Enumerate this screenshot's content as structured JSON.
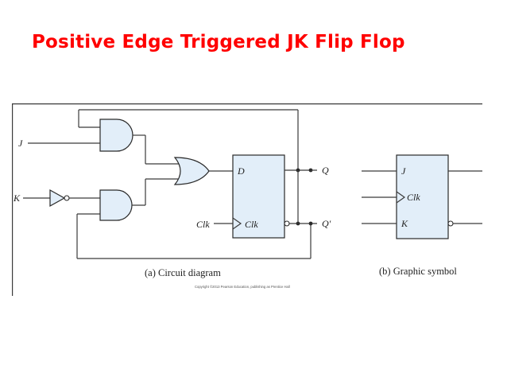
{
  "slide": {
    "title": "Positive Edge Triggered JK Flip Flop"
  },
  "circuit": {
    "labels": {
      "j": "J",
      "k": "K",
      "d": "D",
      "clk_in": "Clk",
      "clk_pin": "Clk",
      "q": "Q",
      "q_bar": "Q'"
    },
    "caption": "(a) Circuit diagram",
    "copyright": "Copyright ©2013 Pearson Education, publishing as Prentice Hall"
  },
  "symbol": {
    "labels": {
      "j": "J",
      "clk": "Clk",
      "k": "K"
    },
    "caption": "(b) Graphic symbol"
  },
  "colors": {
    "title": "#ff0000",
    "block_fill": "#e2eef9",
    "line": "#3a3a3a"
  }
}
